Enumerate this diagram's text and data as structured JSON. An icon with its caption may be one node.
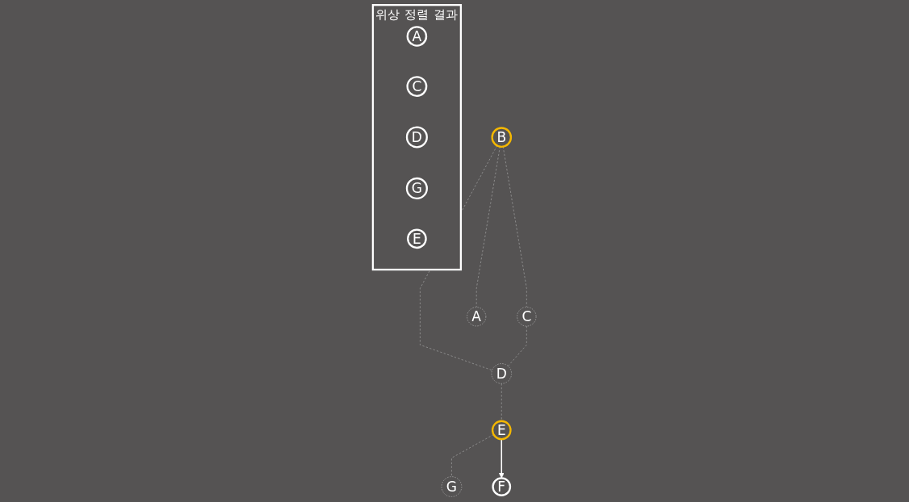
{
  "diagram": {
    "nodes": [
      {
        "text": [
          "B"
        ]
      },
      {
        "text": [
          "C"
        ]
      },
      {
        "text": [
          "A"
        ]
      },
      {
        "text": [
          "D"
        ]
      },
      {
        "text": [
          "E"
        ]
      },
      {
        "text": [
          "G"
        ]
      },
      {
        "text": [
          "F"
        ]
      },
      {
        "text": [
          "위상 정렬 결과"
        ]
      },
      {
        "text": [
          "A"
        ],
        "in": 7
      },
      {
        "text": [
          "C"
        ],
        "in": 7
      },
      {
        "text": [
          "D"
        ],
        "in": 7
      },
      {
        "text": [
          "G"
        ],
        "in": 7
      },
      {
        "text": [
          "E"
        ],
        "in": 7
      }
    ],
    "edges": [
      {
        "from": 0,
        "to": 1,
        "arrow": "none",
        "style": "dashed"
      },
      {
        "from": 0,
        "to": 2,
        "arrow": "none",
        "style": "dashed"
      },
      {
        "from": 0,
        "to": 3,
        "arrow": "none",
        "style": "dashed"
      },
      {
        "from": 1,
        "to": 3,
        "arrow": "none",
        "style": "dashed"
      },
      {
        "from": 3,
        "to": 4,
        "arrow": "none",
        "style": "dashed"
      },
      {
        "from": 4,
        "to": 5,
        "arrow": "none",
        "style": "dashed"
      },
      {
        "from": 4,
        "to": 6,
        "arrow": "to",
        "color": "#ffffff"
      }
    ]
  }
}
